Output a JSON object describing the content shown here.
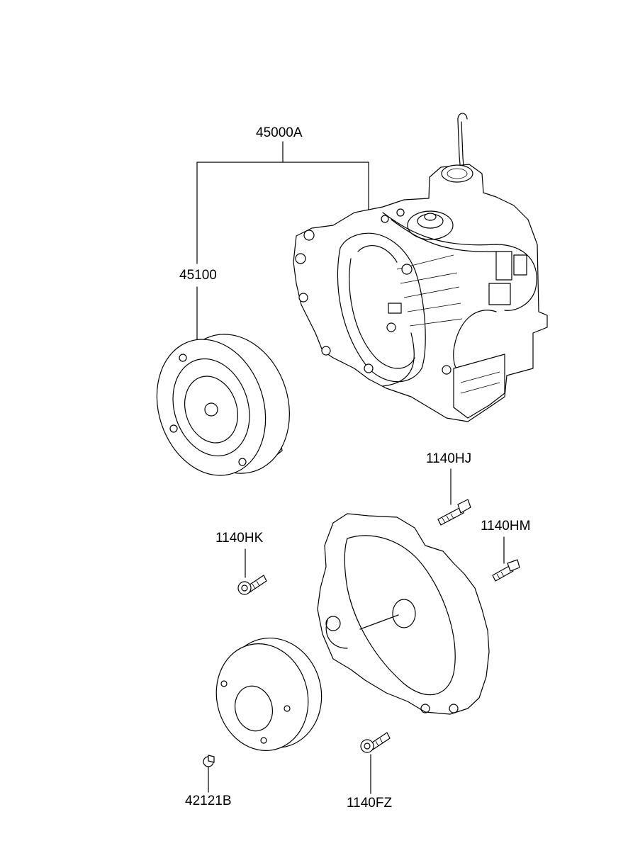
{
  "diagram": {
    "callouts": [
      {
        "id": "transaxle-assembly",
        "text": "45000A"
      },
      {
        "id": "torque-converter",
        "text": "45100"
      },
      {
        "id": "bolt-hj",
        "text": "1140HJ"
      },
      {
        "id": "bolt-hm",
        "text": "1140HM"
      },
      {
        "id": "bolt-hk",
        "text": "1140HK"
      },
      {
        "id": "bolt-42121b",
        "text": "42121B"
      },
      {
        "id": "bolt-fz",
        "text": "1140FZ"
      }
    ]
  }
}
